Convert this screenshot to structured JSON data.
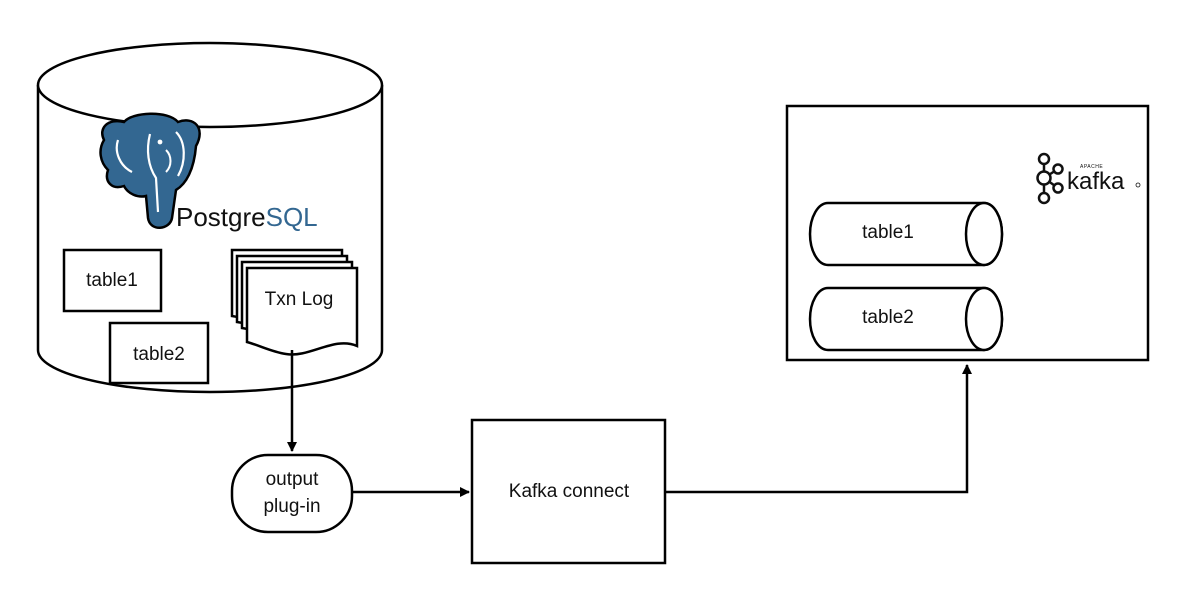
{
  "colors": {
    "line": "#000000",
    "postgres_blue": "#336791",
    "text": "#111111"
  },
  "postgres": {
    "logo_name": "postgresql-elephant-logo",
    "wordmark_a": "Postgre",
    "wordmark_b": "SQL",
    "table1_label": "table1",
    "table2_label": "table2",
    "txn_log_label": "Txn Log"
  },
  "output_plugin": {
    "line1": "output",
    "line2": "plug-in"
  },
  "kafka_connect": {
    "label": "Kafka connect"
  },
  "kafka_cluster": {
    "logo_name": "apache-kafka-logo",
    "logo_small": "APACHE",
    "logo_word": "kafka",
    "topics": [
      "table1",
      "table2"
    ]
  }
}
